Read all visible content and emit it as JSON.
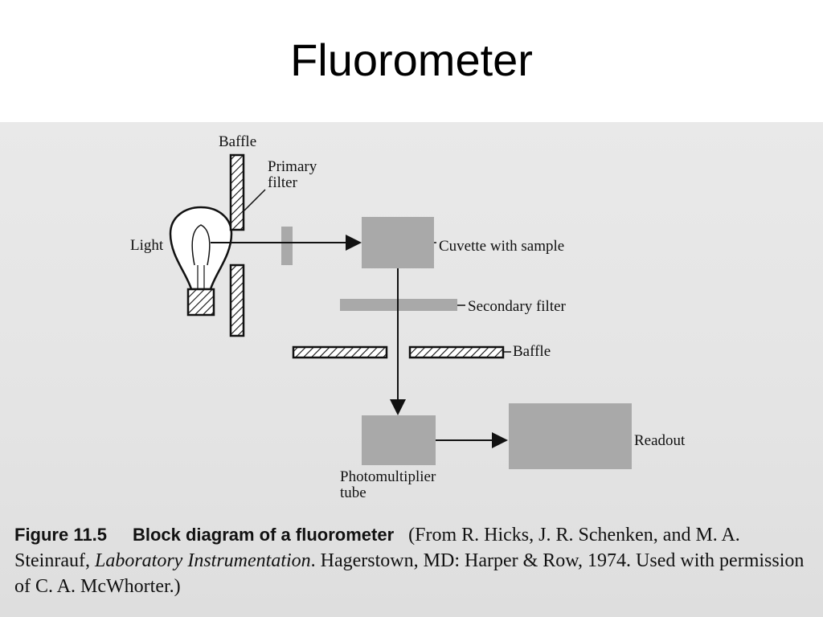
{
  "slide": {
    "title": "Fluorometer"
  },
  "diagram": {
    "labels": {
      "baffle_top": "Baffle",
      "primary_filter": "Primary\nfilter",
      "light": "Light",
      "cuvette": "Cuvette with sample",
      "secondary_filter": "Secondary filter",
      "baffle_bottom": "Baffle",
      "photomultiplier": "Photomultiplier\ntube",
      "readout": "Readout"
    }
  },
  "caption": {
    "figure_number": "Figure 11.5",
    "figure_title": "Block diagram of a fluorometer",
    "source_prefix": "(From R. Hicks, J. R. Schenken, and M. A. Steinrauf, ",
    "source_title": "Laboratory Instrumentation",
    "source_suffix": ". Hagerstown, MD: Harper & Row, 1974. Used with permission of C. A. McWhorter.)"
  },
  "colors": {
    "block_gray": "#a9a9a9",
    "background_scan": "#e6e6e6",
    "text": "#111111"
  }
}
